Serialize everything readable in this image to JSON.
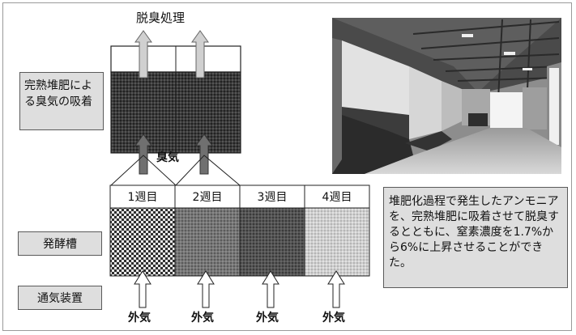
{
  "title": "脱臭処理",
  "left_box": "完熟堆肥による臭気の吸着",
  "smell_label": "臭気",
  "weeks": [
    "1週目",
    "2週目",
    "3週目",
    "4週目"
  ],
  "ferment_label": "発酵槽",
  "aeration_label": "通気装置",
  "outside_air": [
    "外気",
    "外気",
    "外気",
    "外気"
  ],
  "note": "堆肥化過程で発生したアンモニアを、完熟堆肥に吸着させて脱臭するとともに、窒素濃度を1.7%から6%に上昇させることができた。",
  "photo_alt": "堆肥化施設の内部写真"
}
